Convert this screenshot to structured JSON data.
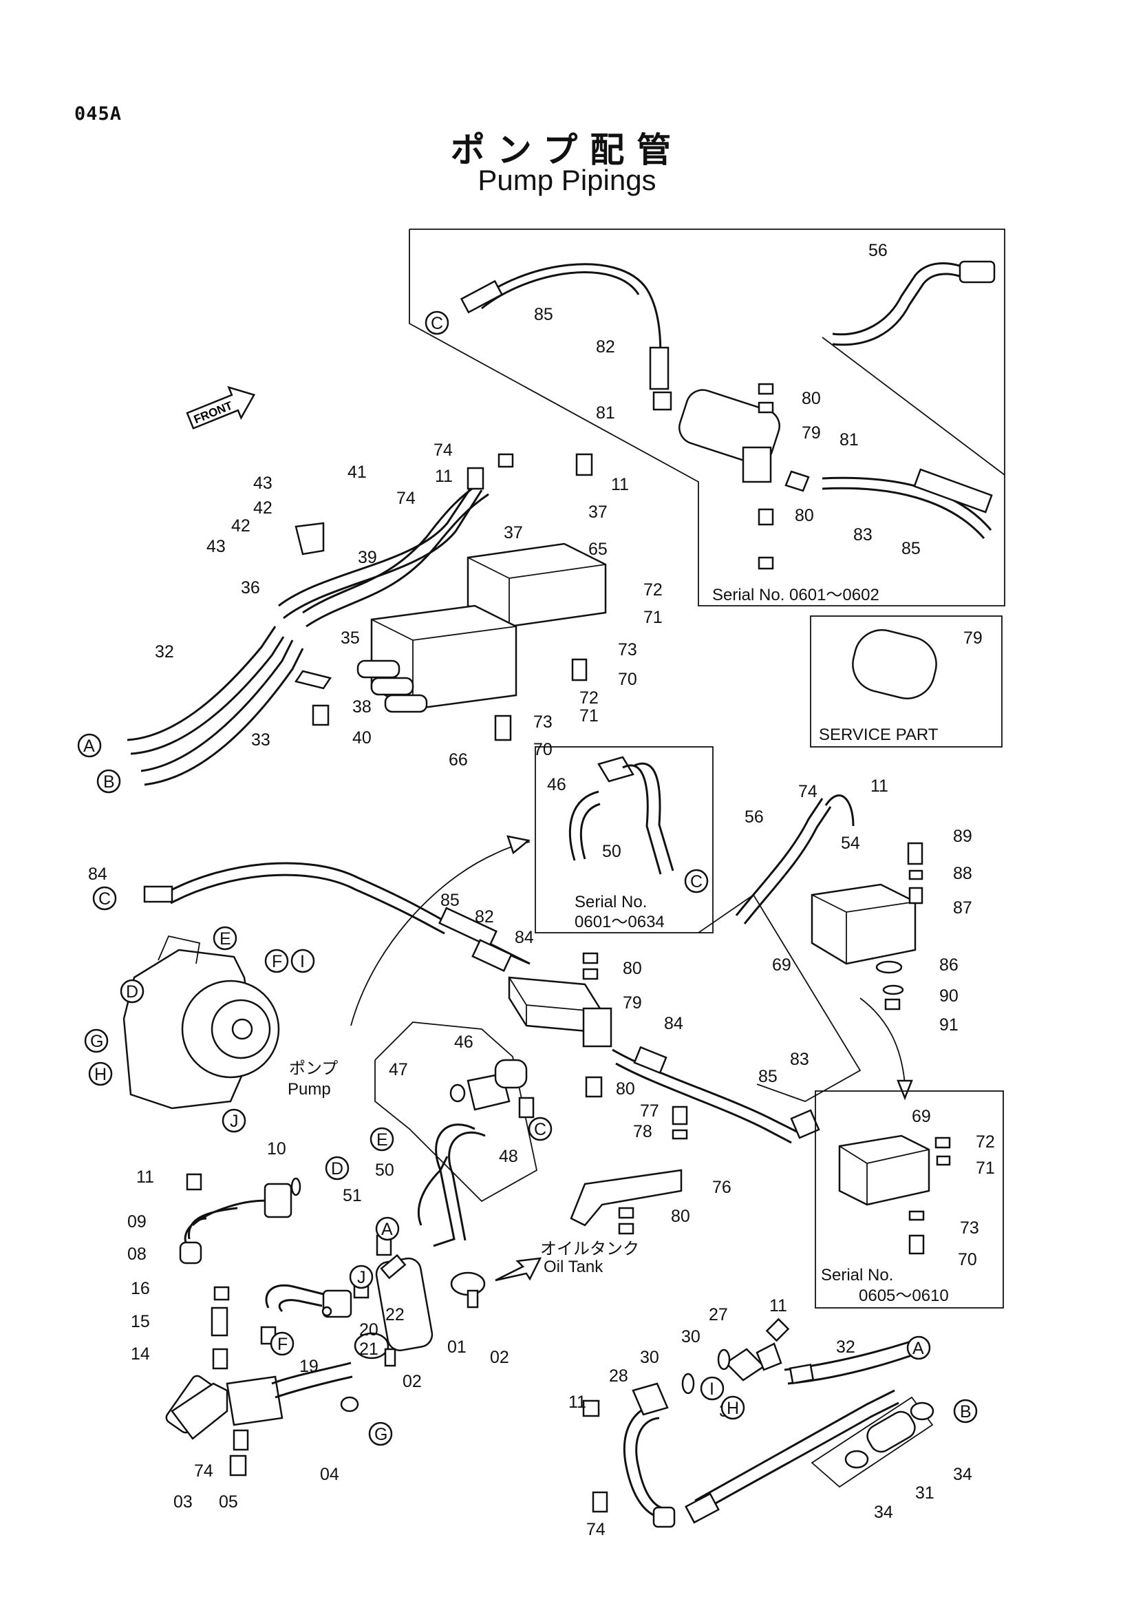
{
  "page_code": "045A",
  "title_jp": "ポンプ配管",
  "title_en": "Pump Pipings",
  "front_label": "FRONT",
  "pump_label_jp": "ポンプ",
  "pump_label_en": "Pump",
  "oil_tank_jp": "オイルタンク",
  "oil_tank_en": "Oil Tank",
  "notes": {
    "serial_top": "Serial No. 0601～0602",
    "service_part": "SERVICE PART",
    "serial_mid_line1": "Serial No.",
    "serial_mid_line2": "0601～0634",
    "serial_low_line1": "Serial No.",
    "serial_low_line2": "0605～0610"
  },
  "callouts": {
    "top_box": [
      "85",
      "82",
      "81",
      "80",
      "79",
      "81",
      "80",
      "83",
      "85",
      "56"
    ],
    "service_box": [
      "79"
    ],
    "valve_group": [
      "74",
      "11",
      "11",
      "43",
      "42",
      "41",
      "74",
      "37",
      "37",
      "65",
      "42",
      "43",
      "39",
      "36",
      "72",
      "71",
      "32",
      "35",
      "73",
      "70",
      "72",
      "71",
      "38",
      "40",
      "33",
      "73",
      "70",
      "66"
    ],
    "mid_inset": [
      "46",
      "50"
    ],
    "right_group": [
      "74",
      "11",
      "56",
      "54",
      "89",
      "88",
      "87",
      "69",
      "86",
      "90",
      "91"
    ],
    "center_group": [
      "84",
      "85",
      "82",
      "84",
      "80",
      "79",
      "84",
      "46",
      "47",
      "48",
      "80",
      "77",
      "78",
      "85",
      "83",
      "76",
      "80"
    ],
    "right_inset": [
      "69",
      "72",
      "71",
      "73",
      "70"
    ],
    "lower_left": [
      "10",
      "11",
      "09",
      "08",
      "16",
      "15",
      "14",
      "03",
      "74",
      "05",
      "04",
      "22",
      "20",
      "21",
      "19",
      "51",
      "50",
      "01",
      "02",
      "02"
    ],
    "lower_right": [
      "11",
      "27",
      "30",
      "30",
      "32",
      "28",
      "11",
      "33",
      "34",
      "31",
      "34",
      "74"
    ]
  },
  "connection_letters": [
    "A",
    "B",
    "C",
    "D",
    "E",
    "F",
    "G",
    "H",
    "I",
    "J"
  ]
}
